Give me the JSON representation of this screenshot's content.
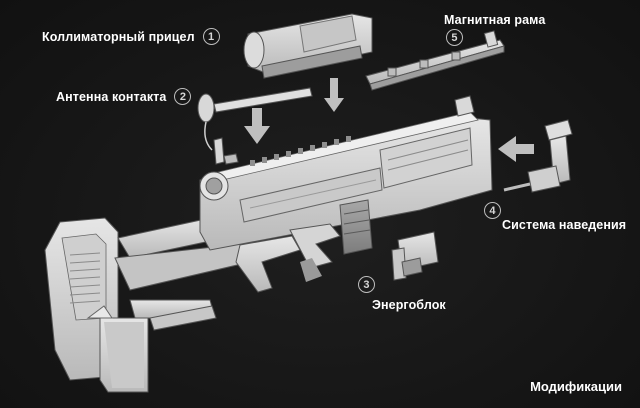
{
  "title": "Модификации",
  "callouts": [
    {
      "number": "1",
      "label": "Коллиматорный прицел"
    },
    {
      "number": "2",
      "label": "Антенна контакта"
    },
    {
      "number": "3",
      "label": "Энергоблок"
    },
    {
      "number": "4",
      "label": "Система наведения"
    },
    {
      "number": "5",
      "label": "Магнитная рама"
    }
  ],
  "colors": {
    "background": "#171717",
    "part_light": "#dcdcdc",
    "part_shade": "#9a9a9a",
    "arrow": "#bfbfbf"
  },
  "icons": [
    "down-arrow-icon",
    "left-arrow-icon"
  ]
}
